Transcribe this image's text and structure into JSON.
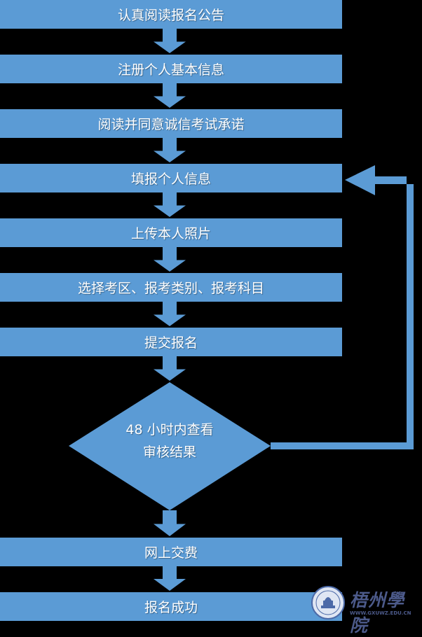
{
  "steps": [
    {
      "label": "认真阅读报名公告"
    },
    {
      "label": "注册个人基本信息"
    },
    {
      "label": "阅读并同意诚信考试承诺"
    },
    {
      "label": "填报个人信息"
    },
    {
      "label": "上传本人照片"
    },
    {
      "label": "选择考区、报考类别、报考科目"
    },
    {
      "label": "提交报名"
    }
  ],
  "decision": {
    "line1": "48 小时内查看",
    "line2": "审核结果"
  },
  "final_steps": [
    {
      "label": "网上交费"
    },
    {
      "label": "报名成功"
    }
  ],
  "logo": {
    "name": "梧州學院",
    "url": "WWW.GXUWZ.EDU.CN"
  },
  "colors": {
    "box": "#5b9bd5",
    "arrow": "#5b9bd5",
    "background": "#000000"
  }
}
